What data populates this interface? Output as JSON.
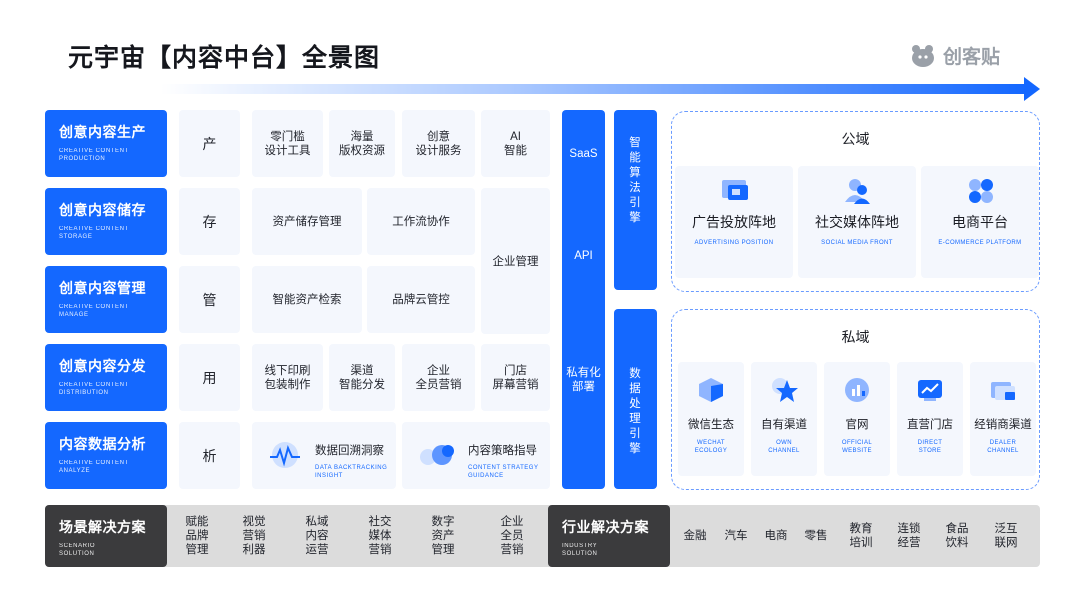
{
  "title": "元宇宙【内容中台】全景图",
  "logo_text": "创客贴",
  "rows": [
    {
      "zh": "创意内容生产",
      "en1": "CREATIVE  CONTENT",
      "en2": "PRODUCTION",
      "key": "产",
      "cells": [
        "零门槛\n设计工具",
        "海量\n版权资源",
        "创意\n设计服务",
        "AI\n智能"
      ]
    },
    {
      "zh": "创意内容储存",
      "en1": "CREATIVE  CONTENT",
      "en2": "STORAGE",
      "key": "存",
      "cells": [
        "资产储存管理",
        "工作流协作"
      ]
    },
    {
      "zh": "创意内容管理",
      "en1": "CREATIVE  CONTENT",
      "en2": "MANAGE",
      "key": "管",
      "cells": [
        "智能资产检索",
        "品牌云管控"
      ]
    },
    {
      "zh": "创意内容分发",
      "en1": "CREATIVE  CONTENT",
      "en2": "DISTRIBUTION",
      "key": "用",
      "cells": [
        "线下印刷\n包装制作",
        "渠道\n智能分发",
        "企业\n全员营销",
        "门店\n屏幕营销"
      ]
    },
    {
      "zh": "内容数据分析",
      "en1": "CREATIVE  CONTENT",
      "en2": "ANALYZE",
      "key": "析"
    }
  ],
  "enterprise_mgmt": "企业管理",
  "analysis": [
    {
      "zh": "数据回溯洞察",
      "en1": "DATA BACKTRACKING",
      "en2": "INSIGHT"
    },
    {
      "zh": "内容策略指导",
      "en1": "CONTENT STRATEGY",
      "en2": "GUIDANCE"
    }
  ],
  "deploy": {
    "saas": "SaaS",
    "api": "API",
    "private": "私有化部署"
  },
  "engines": {
    "algo": "智能算法引擎",
    "data": "数据处理引擎"
  },
  "public_domain": {
    "title": "公域",
    "items": [
      {
        "zh": "广告投放阵地",
        "en": "ADVERTISING POSITION",
        "icon": "ad-screen-icon"
      },
      {
        "zh": "社交媒体阵地",
        "en": "SOCIAL MEDIA FRONT",
        "icon": "social-users-icon"
      },
      {
        "zh": "电商平台",
        "en": "E-COMMERCE PLATFORM",
        "icon": "ecommerce-grid-icon"
      }
    ]
  },
  "private_domain": {
    "title": "私域",
    "items": [
      {
        "zh": "微信生态",
        "en": "WECHAT\nECOLOGY",
        "icon": "wechat-cube-icon"
      },
      {
        "zh": "自有渠道",
        "en": "OWN\nCHANNEL",
        "icon": "star-icon"
      },
      {
        "zh": "官网",
        "en": "OFFICIAL\nWEBSITE",
        "icon": "website-chart-icon"
      },
      {
        "zh": "直营门店",
        "en": "DIRECT\nSTORE",
        "icon": "store-chart-icon"
      },
      {
        "zh": "经销商渠道",
        "en": "DEALER\nCHANNEL",
        "icon": "dealer-layers-icon"
      }
    ]
  },
  "scenario": {
    "zh": "场景解决方案",
    "en1": "SCENARIO",
    "en2": "SOLUTION",
    "items": [
      "赋能\n品牌\n管理",
      "视觉\n营销\n利器",
      "私域\n内容\n运营",
      "社交\n媒体\n营销",
      "数字\n资产\n管理",
      "企业\n全员\n营销"
    ]
  },
  "industry": {
    "zh": "行业解决方案",
    "en1": "INDUSTRY",
    "en2": "SOLUTION",
    "items": [
      "金融",
      "汽车",
      "电商",
      "零售",
      "教育\n培训",
      "连锁\n经营",
      "食品\n饮料",
      "泛互\n联网"
    ]
  },
  "colors": {
    "accent": "#1468ff",
    "panel": "#f4f7fd",
    "dark": "#3b3b3d",
    "gray": "#dcdcdc"
  }
}
